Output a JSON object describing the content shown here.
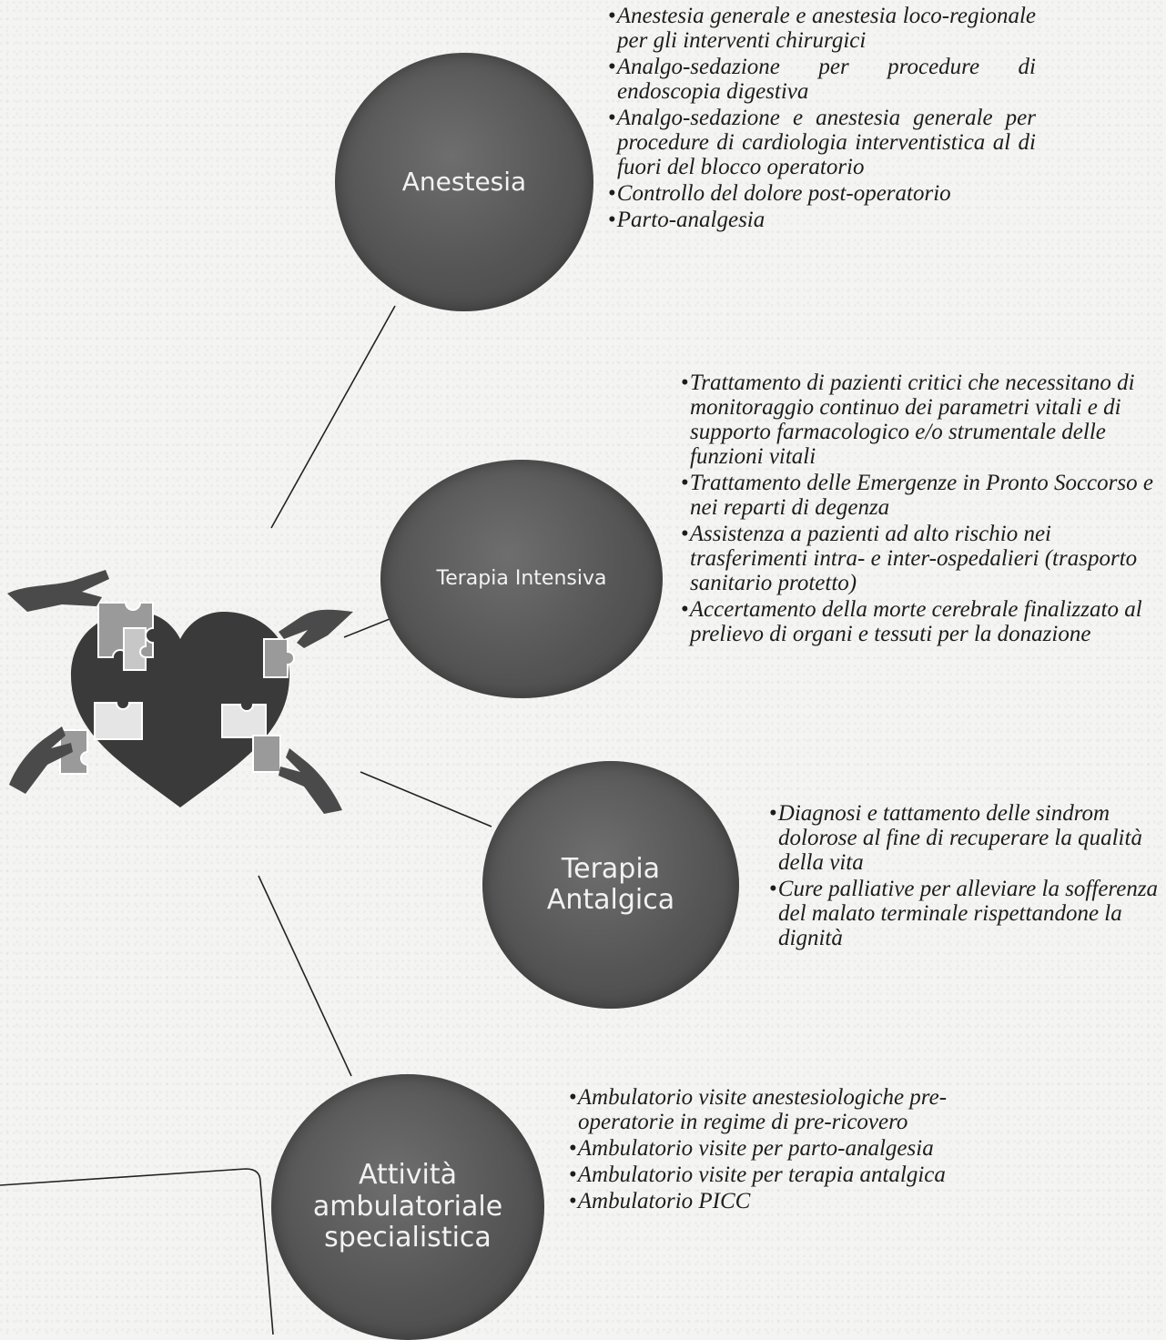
{
  "nodes": {
    "anestesia": {
      "title": "Anestesia",
      "items": [
        "Anestesia generale e anestesia loco-regionale per gli interventi chirurgici",
        "Analgo-sedazione per procedure di endoscopia digestiva",
        "Analgo-sedazione e anestesia generale per procedure di cardiologia interventistica al di fuori del blocco operatorio",
        "Controllo del dolore post-operatorio",
        "Parto-analgesia"
      ]
    },
    "intensiva": {
      "title": "Terapia Intensiva",
      "items": [
        "Trattamento di pazienti critici che necessitano di monitoraggio continuo dei parametri vitali e di supporto farmacologico e/o strumentale delle funzioni vitali",
        "Trattamento delle Emergenze in Pronto Soccorso e nei reparti di degenza",
        "Assistenza a pazienti ad alto rischio nei trasferimenti intra- e inter-ospedalieri (trasporto sanitario protetto)",
        "Accertamento della morte cerebrale finalizzato al prelievo di organi e tessuti per la donazione"
      ]
    },
    "antalgica": {
      "title": "Terapia\nAntalgica",
      "items": [
        "Diagnosi e tattamento delle sindrom dolorose al fine di recuperare la qualità della vita",
        "Cure palliative per alleviare la sofferenza del malato terminale rispettandone la dignità"
      ]
    },
    "ambulatoriale": {
      "title": "Attività\nambulatoriale\nspecialistica",
      "items": [
        "Ambulatorio visite anestesiologiche pre-operatorie in regime di pre-ricovero",
        "Ambulatorio visite per parto-analgesia",
        "Ambulatorio visite per terapia antalgica",
        "Ambulatorio PICC"
      ]
    }
  },
  "colors": {
    "node_fill": "#5a5a5a",
    "node_text": "#f2f2f2",
    "heart_fill": "#3a3a3a",
    "line": "#222222"
  },
  "icons": {
    "logo": "puzzle-heart-with-hands-icon"
  }
}
